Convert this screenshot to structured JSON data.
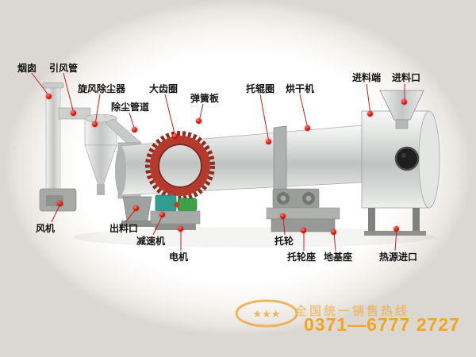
{
  "diagram": {
    "title_hint": "rotary-dryer-parts-diagram",
    "labels": [
      {
        "id": "chimney",
        "text": "烟囱"
      },
      {
        "id": "induced-draft-pipe",
        "text": "引风管"
      },
      {
        "id": "cyclone-dust-collector",
        "text": "旋风除尘器"
      },
      {
        "id": "dust-pipe",
        "text": "除尘管道"
      },
      {
        "id": "large-gear-ring",
        "text": "大齿圈"
      },
      {
        "id": "spring-plate",
        "text": "弹簧板"
      },
      {
        "id": "riding-ring",
        "text": "托辊圈"
      },
      {
        "id": "dryer",
        "text": "烘干机"
      },
      {
        "id": "feed-end",
        "text": "进料端"
      },
      {
        "id": "feed-inlet",
        "text": "进料口"
      },
      {
        "id": "fan",
        "text": "风机"
      },
      {
        "id": "discharge-outlet",
        "text": "出料口"
      },
      {
        "id": "reducer",
        "text": "减速机"
      },
      {
        "id": "motor",
        "text": "电机"
      },
      {
        "id": "support-roller",
        "text": "托轮"
      },
      {
        "id": "support-roller-seat",
        "text": "托轮座"
      },
      {
        "id": "foundation-base",
        "text": "地基座"
      },
      {
        "id": "heat-source-inlet",
        "text": "热源进口"
      }
    ]
  },
  "watermark": {
    "stars": "★★★",
    "slogan": "全国统一销售热线",
    "phone": "0371—6777 2727"
  },
  "colors": {
    "leader_line": "#c2211a",
    "marker_dot": "#d40804",
    "gear_red": "#b63a2c",
    "accent_orange": "#f6a41e",
    "label_text": "#141414"
  }
}
